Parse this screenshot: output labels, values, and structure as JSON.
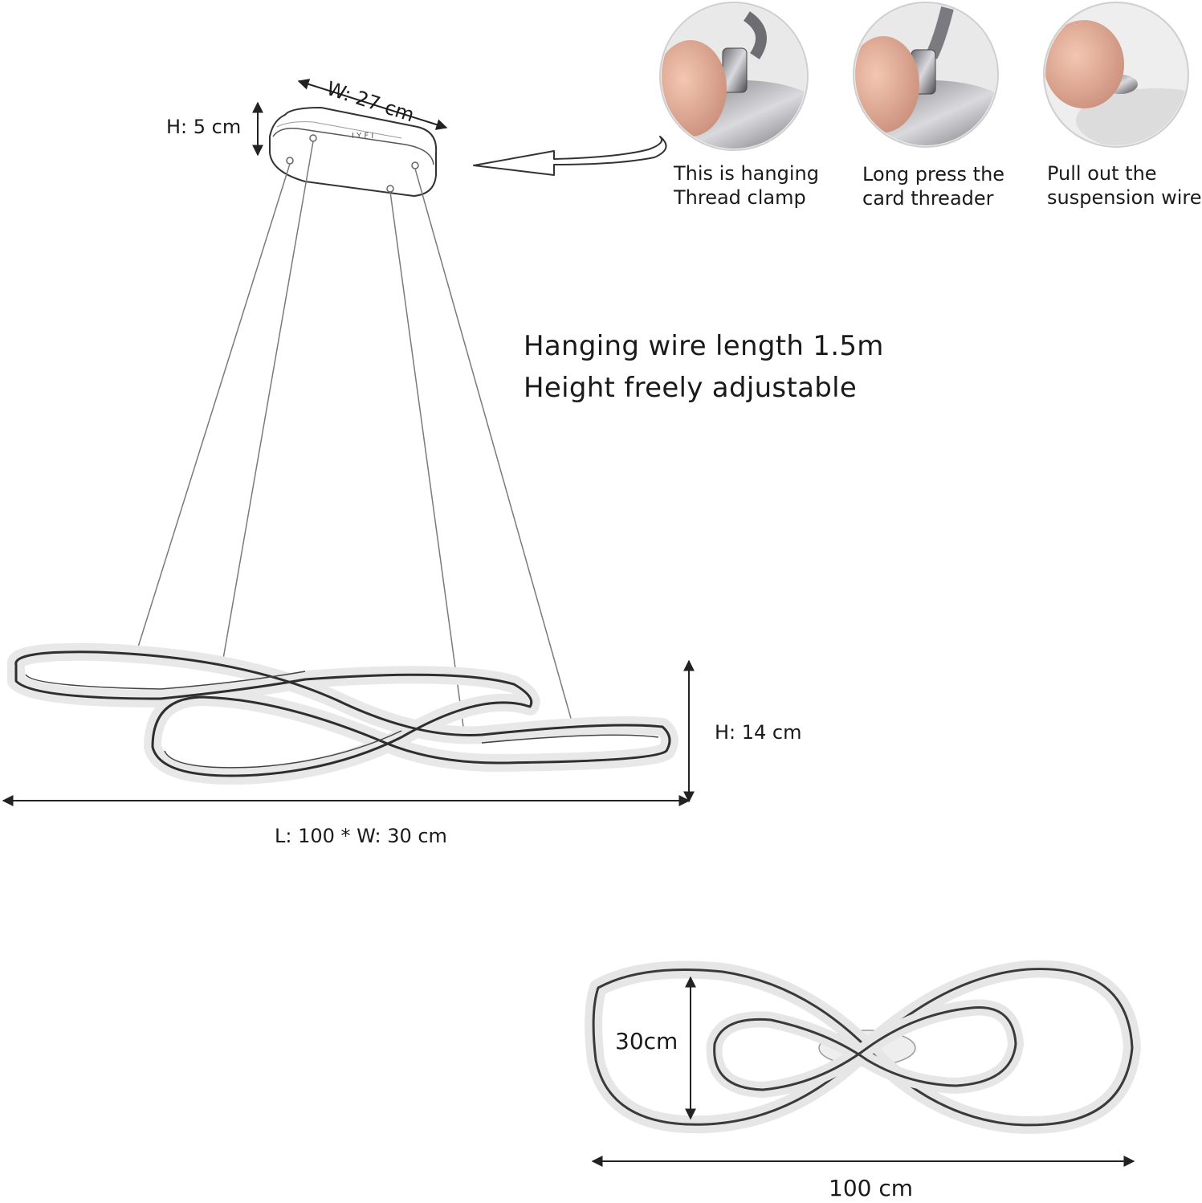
{
  "ceiling_base": {
    "width_label": "W: 27 cm",
    "height_label": "H: 5 cm"
  },
  "installation_steps": [
    {
      "caption_line1": "This is hanging",
      "caption_line2": "Thread clamp"
    },
    {
      "caption_line1": "Long press the",
      "caption_line2": "card threader"
    },
    {
      "caption_line1": "Pull out the",
      "caption_line2": "suspension wire"
    }
  ],
  "wire_info": {
    "line1": "Hanging wire length 1.5m",
    "line2": "Height freely adjustable"
  },
  "lamp_dimensions": {
    "height_label": "H: 14 cm",
    "length_width_label": "L: 100 * W: 30 cm"
  },
  "top_view": {
    "width_label": "30cm",
    "length_label": "100 cm"
  },
  "colors": {
    "line": "#333333",
    "wire": "#7a7a7a",
    "ring_fill": "#f7f7f7"
  }
}
